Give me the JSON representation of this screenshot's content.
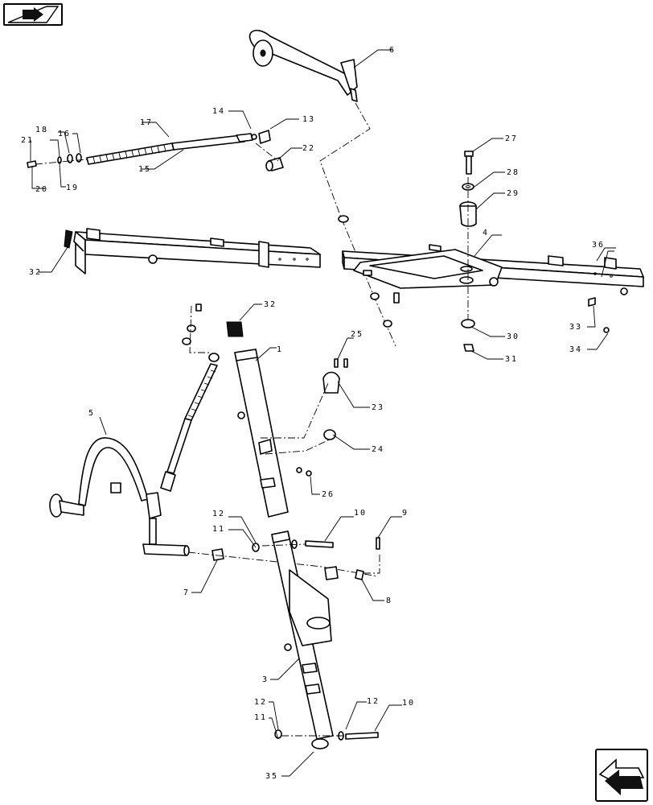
{
  "nav": {
    "top_icon": "forward-arrow-icon",
    "bottom_icon": "back-arrow-icon"
  },
  "callouts": {
    "c1": "1",
    "c3": "3",
    "c4": "4",
    "c5": "5",
    "c6": "6",
    "c7": "7",
    "c8": "8",
    "c9": "9",
    "c10a": "10",
    "c10b": "10",
    "c11a": "11",
    "c11b": "11",
    "c12a": "12",
    "c12b": "12",
    "c12c": "12",
    "c13": "13",
    "c14": "14",
    "c15": "15",
    "c16": "16",
    "c17": "17",
    "c18": "18",
    "c19": "19",
    "c20": "20",
    "c21": "21",
    "c22": "22",
    "c23": "23",
    "c24": "24",
    "c25": "25",
    "c26": "26",
    "c27": "27",
    "c28": "28",
    "c29": "29",
    "c30": "30",
    "c31": "31",
    "c32a": "32",
    "c32b": "32",
    "c33": "33",
    "c34": "34",
    "c35": "35",
    "c36": "36"
  }
}
